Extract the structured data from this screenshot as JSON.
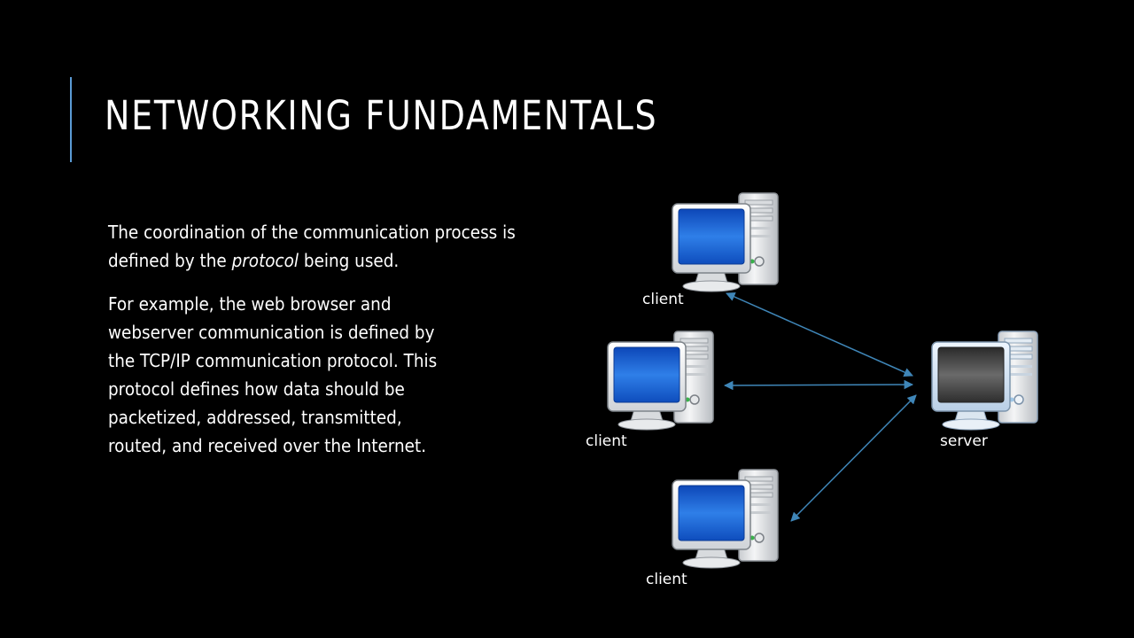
{
  "slide": {
    "title": "NETWORKING FUNDAMENTALS",
    "accent_color": "#5b9bd5",
    "background_color": "#000000",
    "paragraph1": {
      "before": "The coordination of the communication process is",
      "line2_before": "defined by the ",
      "emphasis": "protocol",
      "after": " being used."
    },
    "paragraph2": {
      "lines": [
        "For example, the web browser and",
        "webserver communication is defined by",
        "the TCP/IP communication protocol. This",
        "protocol defines how data should be",
        "packetized, addressed, transmitted,",
        "routed, and received over the Internet."
      ]
    }
  },
  "diagram": {
    "nodes": [
      {
        "id": "client-top",
        "label": "client",
        "icon": "desktop-computer-icon",
        "screen_color": "#1f64d6"
      },
      {
        "id": "client-middle",
        "label": "client",
        "icon": "desktop-computer-icon",
        "screen_color": "#1f64d6"
      },
      {
        "id": "client-bottom",
        "label": "client",
        "icon": "desktop-computer-icon",
        "screen_color": "#1f64d6"
      },
      {
        "id": "server",
        "label": "server",
        "icon": "server-computer-icon",
        "screen_color": "#4a4a4a"
      }
    ],
    "edges": [
      {
        "from": "client-top",
        "to": "server",
        "direction": "both"
      },
      {
        "from": "client-middle",
        "to": "server",
        "direction": "both"
      },
      {
        "from": "client-bottom",
        "to": "server",
        "direction": "both"
      }
    ],
    "edge_color": "#3f86b8"
  }
}
